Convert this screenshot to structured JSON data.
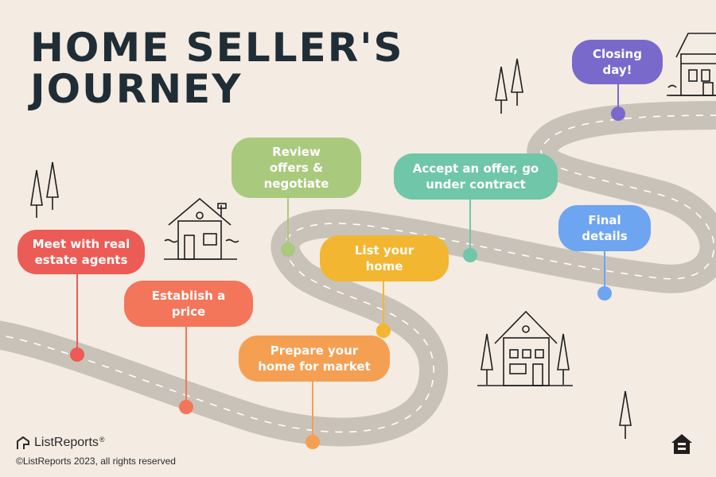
{
  "title": {
    "line1": "HOME SELLER'S",
    "line2": "JOURNEY"
  },
  "steps": [
    {
      "label": "Meet with real estate agents",
      "color": "#ec5b55"
    },
    {
      "label": "Establish a price",
      "color": "#f3765a"
    },
    {
      "label": "Prepare your home for market",
      "color": "#f59f52"
    },
    {
      "label": "Review offers & negotiate",
      "color": "#a9c97c"
    },
    {
      "label": "List your home",
      "color": "#f2b631"
    },
    {
      "label": "Accept an offer, go under contract",
      "color": "#6fc6a8"
    },
    {
      "label": "Final details",
      "color": "#6ea5f0"
    },
    {
      "label": "Closing day!",
      "color": "#7969cb"
    }
  ],
  "footer": {
    "brand": "ListReports",
    "trademark": "®",
    "copyright": "©ListReports 2023, all rights reserved"
  },
  "colors": {
    "background": "#f4ebe2",
    "road": "#c9c2b9",
    "title": "#1f2d36"
  },
  "icons": [
    "house-icon",
    "tree-icon",
    "equal-housing-icon",
    "listreports-logo-icon"
  ]
}
